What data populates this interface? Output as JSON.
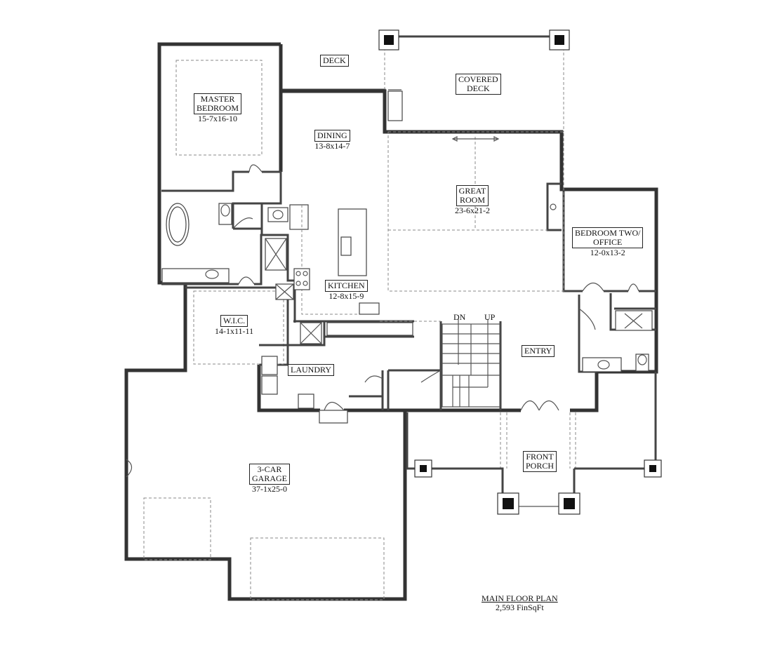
{
  "rooms": {
    "deck": {
      "name": "DECK"
    },
    "covered_deck": {
      "name": "COVERED\nDECK"
    },
    "master_bedroom": {
      "name": "MASTER\nBEDROOM",
      "dim": "15-7x16-10"
    },
    "dining": {
      "name": "DINING",
      "dim": "13-8x14-7"
    },
    "great_room": {
      "name": "GREAT\nROOM",
      "dim": "23-6x21-2"
    },
    "bedroom_two": {
      "name": "BEDROOM TWO/\nOFFICE",
      "dim": "12-0x13-2"
    },
    "kitchen": {
      "name": "KITCHEN",
      "dim": "12-8x15-9"
    },
    "wic": {
      "name": "W.I.C.",
      "dim": "14-1x11-11"
    },
    "laundry": {
      "name": "LAUNDRY"
    },
    "entry": {
      "name": "ENTRY"
    },
    "garage": {
      "name": "3-CAR\nGARAGE",
      "dim": "37-1x25-0"
    },
    "front_porch": {
      "name": "FRONT\nPORCH"
    }
  },
  "stairs": {
    "down": "DN",
    "up": "UP"
  },
  "caption": {
    "title": "MAIN FLOOR PLAN",
    "area": "2,593 FinSqFt"
  }
}
